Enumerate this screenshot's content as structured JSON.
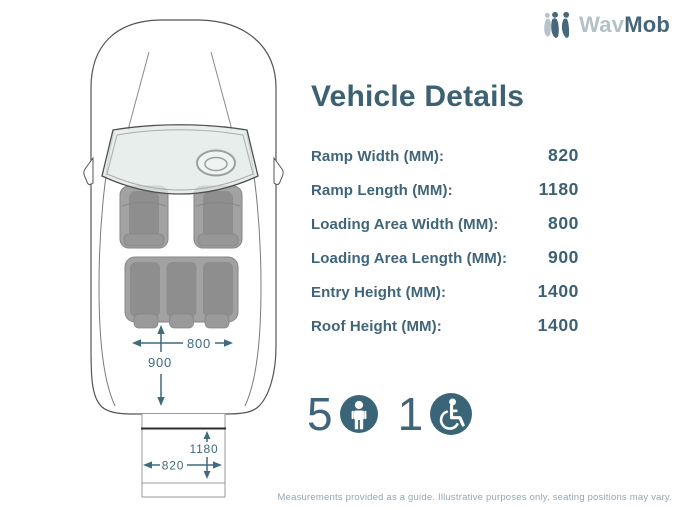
{
  "logo": {
    "icon": "wavmob-logo-icon",
    "brand_light": "Wav",
    "brand_bold": "Mob"
  },
  "title": "Vehicle Details",
  "specs": {
    "groups": [
      {
        "rows": [
          {
            "label": "Ramp Width (MM):",
            "value": "820"
          },
          {
            "label": "Ramp Length (MM):",
            "value": "1180"
          }
        ]
      },
      {
        "rows": [
          {
            "label": "Loading Area Width (MM):",
            "value": "800"
          },
          {
            "label": "Loading Area Length (MM):",
            "value": "900"
          }
        ]
      },
      {
        "rows": [
          {
            "label": "Entry Height (MM):",
            "value": "1400"
          },
          {
            "label": "Roof Height (MM):",
            "value": "1400"
          }
        ]
      }
    ]
  },
  "capacity": {
    "seats_count": "5",
    "seat_icon": "person-icon",
    "wheelchair_count": "1",
    "wheelchair_icon": "wheelchair-icon"
  },
  "diagram": {
    "type": "top-down-vehicle-with-rear-ramp",
    "loading_area_width_label": "800",
    "loading_area_length_label": "900",
    "ramp_length_label": "1180",
    "ramp_width_label": "820"
  },
  "footer": {
    "disclaimer": "Measurements provided as a guide. Illustrative purposes only, seating positions may vary."
  },
  "colors": {
    "brand_teal": "#3a6477",
    "text_teal": "#40657a",
    "title_teal": "#3b6173",
    "logo_light_gray": "#b5c1c8",
    "measurement_teal": "#3e6b7e",
    "seat_gray": "#9a9a9a",
    "footer_gray": "#94a6b0"
  }
}
